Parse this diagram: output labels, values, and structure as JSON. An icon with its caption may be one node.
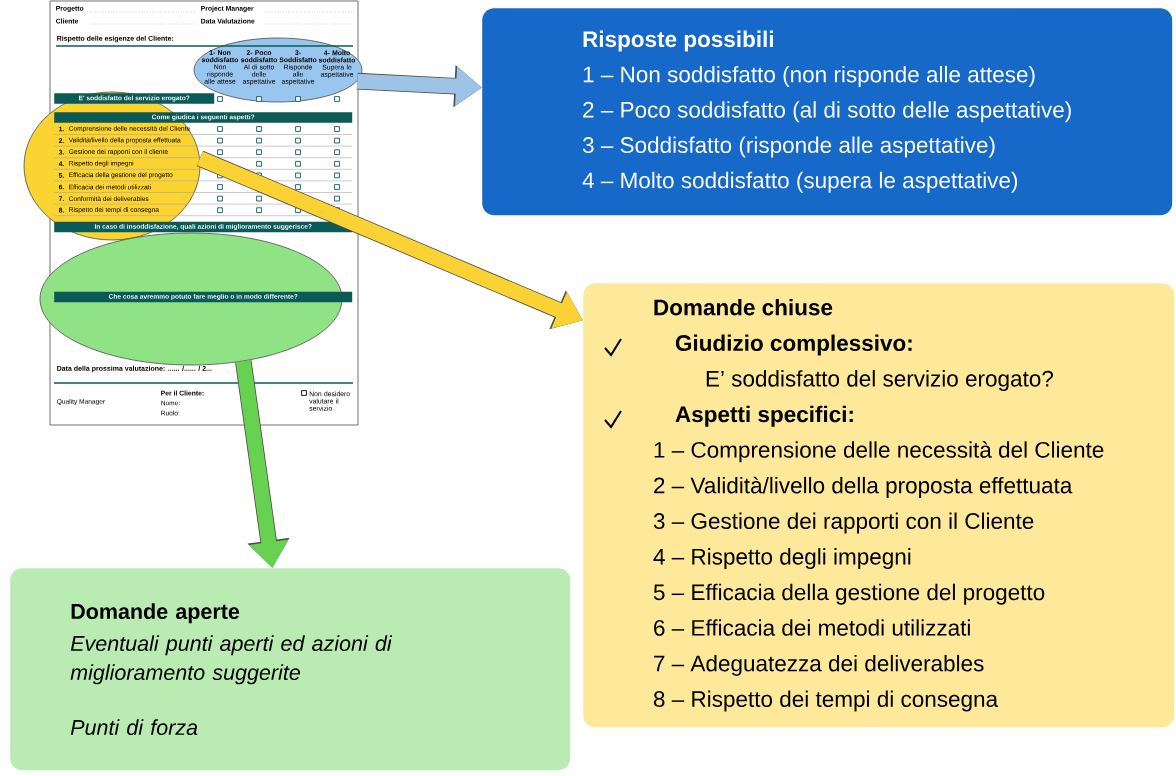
{
  "diagram": {
    "nodes": [
      {
        "text": [],
        "shape": "ellipse"
      },
      {
        "text": [],
        "shape": "ellipse"
      },
      {
        "text": [],
        "shape": "ellipse"
      },
      {
        "text": [
          "Risposte possibili",
          "1 – Non soddisfatto (non risponde alle attese)",
          "2 – Poco soddisfatto (al di sotto delle aspettative)",
          "3 – Soddisfatto (risponde alle aspettative)",
          "4 – Molto soddisfatto (supera le aspettative)"
        ]
      },
      {
        "text": [
          "Domande chiuse",
          "Giudizio complessivo:",
          "E’ soddisfatto del servizio erogato?",
          "Aspetti specifici:",
          "1 – Comprensione delle necessità del Cliente",
          "2 – Validità/livello della proposta effettuata",
          "3 – Gestione dei rapporti con il Cliente",
          "4 – Rispetto degli impegni",
          "5 – Efficacia della gestione del progetto",
          "6 – Efficacia dei metodi utilizzati",
          "7 – Adeguatezza dei deliverables",
          "8 – Rispetto dei tempi di consegna"
        ]
      },
      {
        "text": [
          "Domande aperte",
          "Eventuali punti aperti ed azioni di miglioramento suggerite",
          "Punti di forza"
        ]
      }
    ],
    "edges": [
      {
        "from": 0,
        "to": 3,
        "arrow": "to",
        "color": "#9dc3e6"
      },
      {
        "from": 1,
        "to": 4,
        "arrow": "to",
        "color": "#fbd234"
      },
      {
        "from": 2,
        "to": 5,
        "arrow": "to",
        "color": "#66d24f"
      }
    ],
    "labels": [
      "Progetto",
      "Project Manager",
      "Cliente",
      "Data Valutazione",
      "Rispetto delle esigenze del Cliente:",
      "**1- Non soddisfatto** Non risponde alle attese",
      "**2- Poco soddisfatto** Al di sotto delle aspettative",
      "**3- Soddisfatto** Risponde alle aspettative",
      "**4- Molto soddisfatto** Supera le aspettative",
      "E' soddisfatto del servizio erogato?",
      "Come giudica i seguenti aspetti?",
      "1.",
      "Comprensione delle necessità del Cliente",
      "2.",
      "Validità/livello della proposta effettuata",
      "3.",
      "Gestione dei rapporti con il cliente",
      "4.",
      "Rispetto degli impegni",
      "5.",
      "Efficacia della gestione del progetto",
      "6.",
      "Efficacia dei metodi utilizzati",
      "7.",
      "Conformità dei deliverables",
      "8.",
      "Rispetto dei tempi di consegna",
      "In caso di insoddisfazione, quali azioni di miglioramento suggerisce?",
      "Che cosa avremmo potuto fare meglio o in modo differente?",
      "Data della prossima valutazione: ...... /...... / 2...",
      "Quality Manager",
      "Per il Cliente:",
      "Nome:",
      "Ruolo:",
      "Non desidero valutare il servizio"
    ]
  }
}
